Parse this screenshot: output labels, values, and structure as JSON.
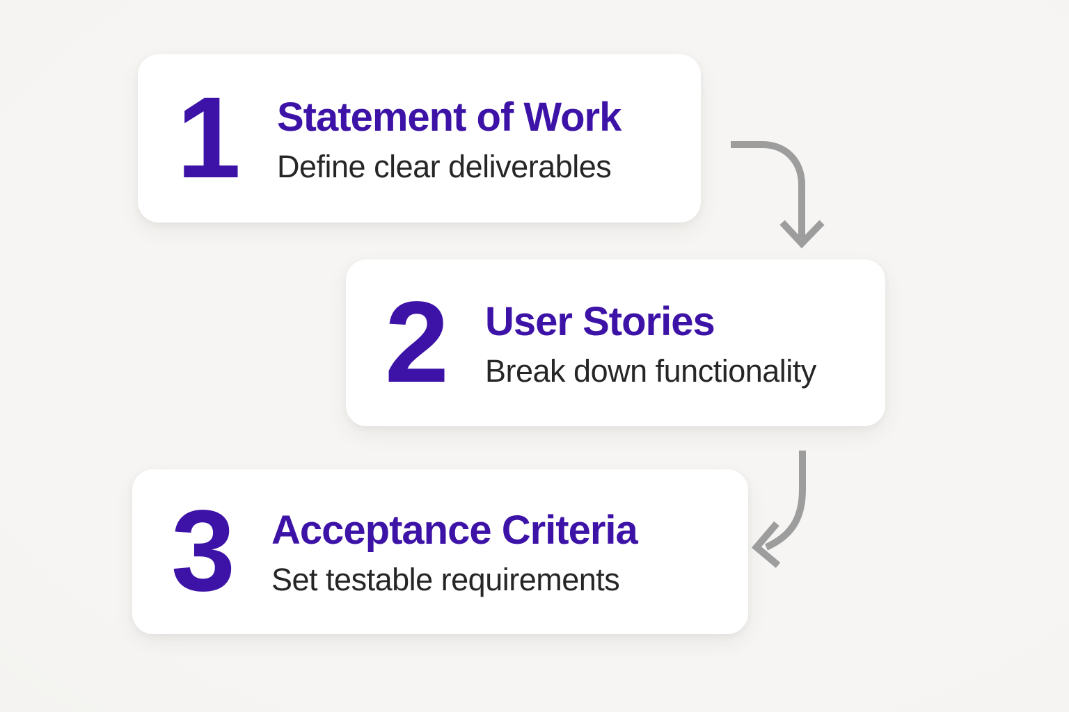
{
  "theme": {
    "background": "#f3f2ef",
    "card_background": "#ffffff",
    "accent_purple": "#3d13a7",
    "subtitle_color": "#262626",
    "arrow_color": "#9d9d9d"
  },
  "steps": [
    {
      "number": "1",
      "title": "Statement of Work",
      "subtitle": "Define clear deliverables"
    },
    {
      "number": "2",
      "title": "User Stories",
      "subtitle": "Break down functionality"
    },
    {
      "number": "3",
      "title": "Acceptance Criteria",
      "subtitle": "Set testable requirements"
    }
  ],
  "arrows": [
    {
      "name": "curved-arrow-down-icon",
      "from_step": "1",
      "to_step": "2",
      "direction": "right-then-down"
    },
    {
      "name": "curved-arrow-down-left-icon",
      "from_step": "2",
      "to_step": "3",
      "direction": "down-then-left"
    }
  ]
}
